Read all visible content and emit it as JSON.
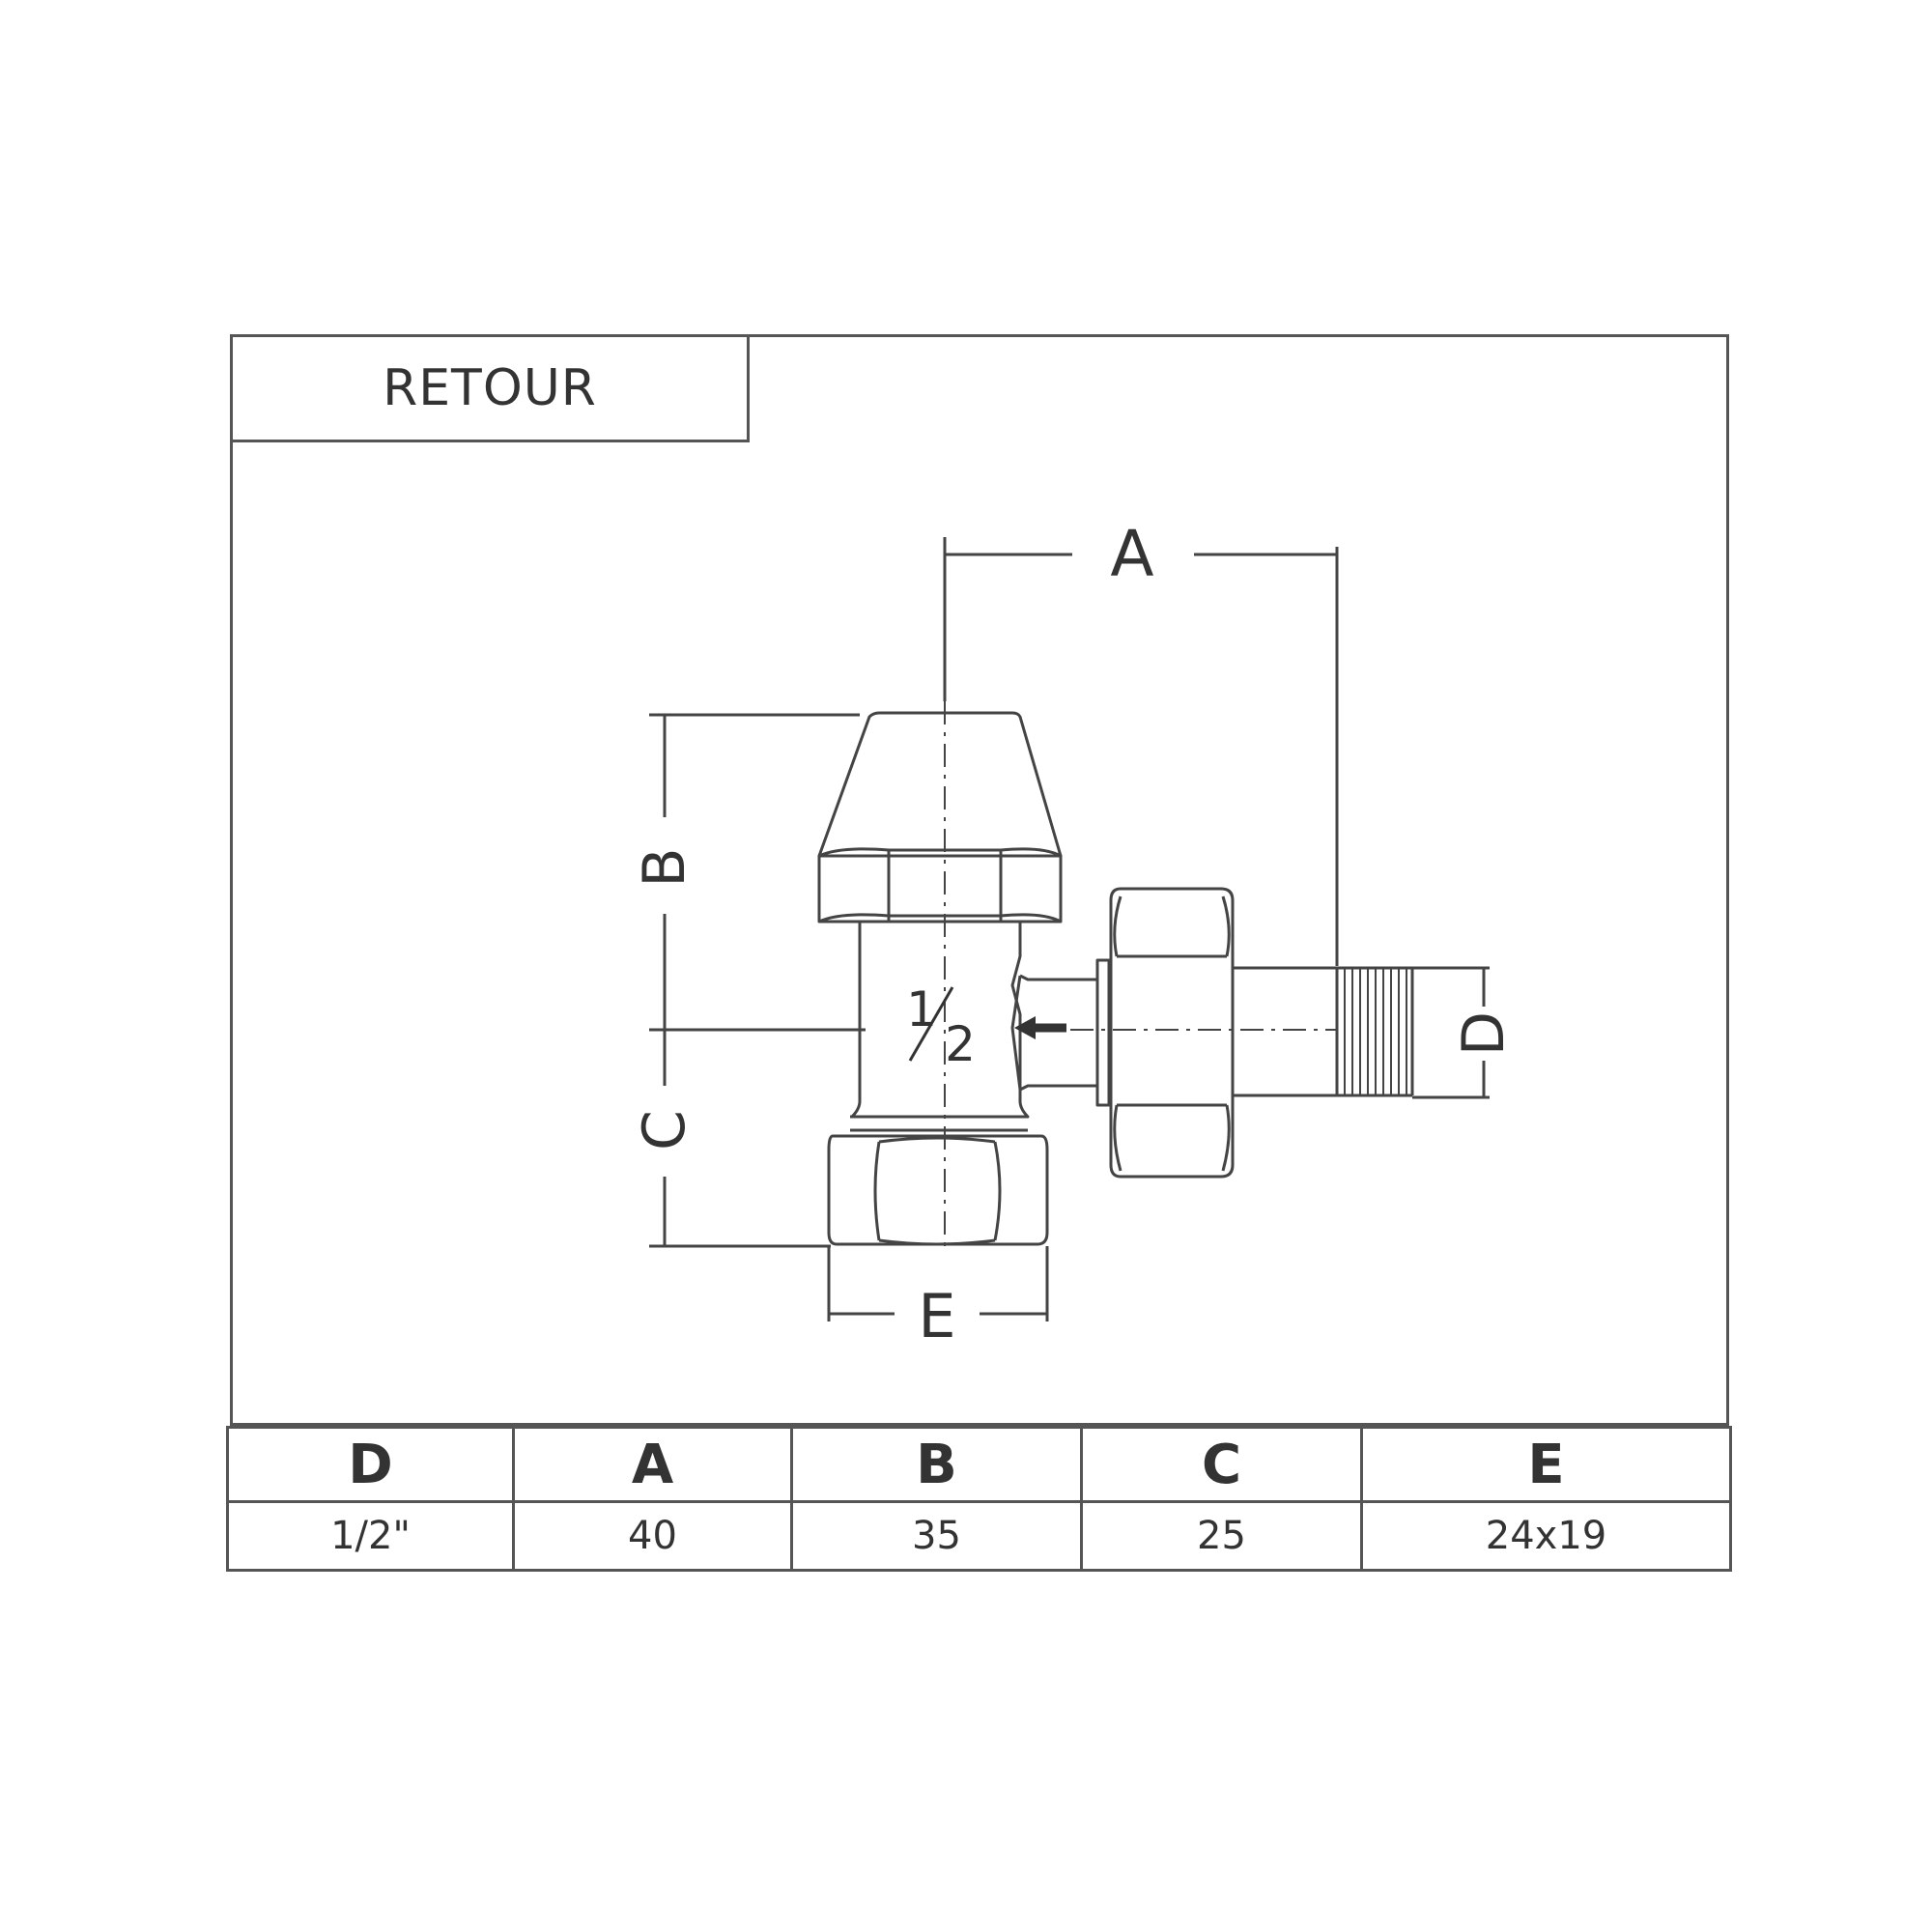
{
  "title": "RETOUR",
  "drawing": {
    "dimension_labels": {
      "A": "A",
      "B": "B",
      "C": "C",
      "D": "D",
      "E": "E"
    },
    "body_marking": {
      "numerator": "1",
      "denominator": "2"
    }
  },
  "table": {
    "headers": [
      "D",
      "A",
      "B",
      "C",
      "E"
    ],
    "values": [
      "1/2\"",
      "40",
      "35",
      "25",
      "24x19"
    ]
  }
}
